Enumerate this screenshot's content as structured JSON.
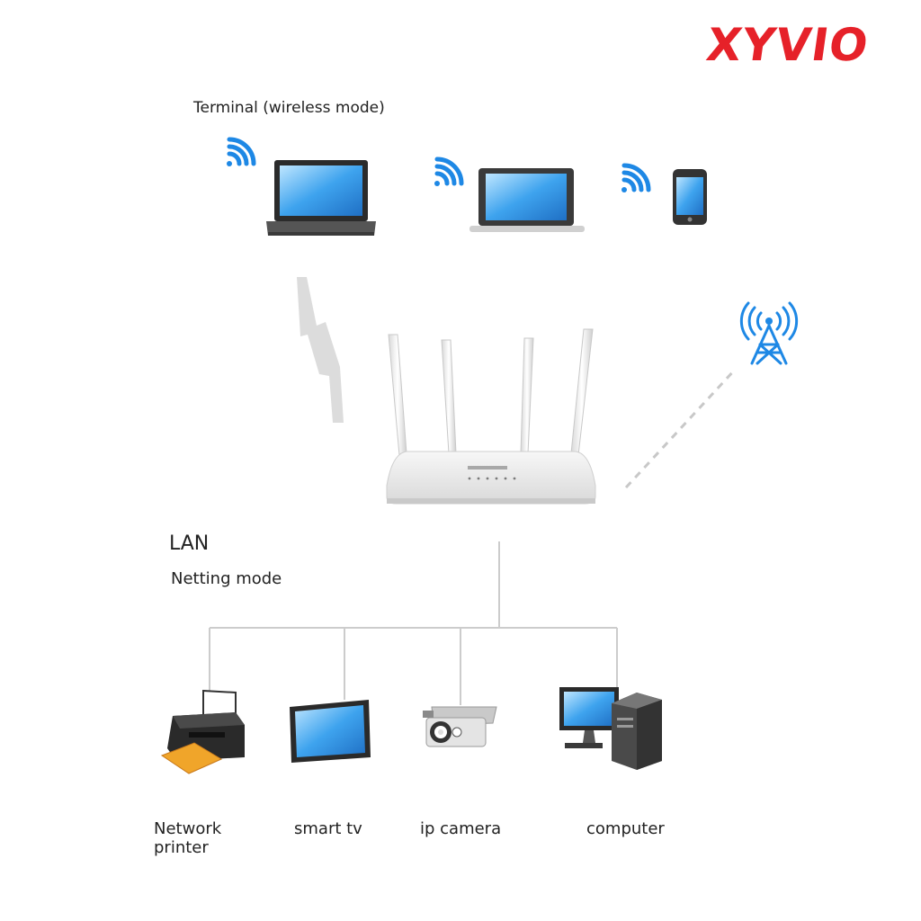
{
  "brand": {
    "name": "XYVIO",
    "color": "#e62129"
  },
  "wireless": {
    "label": "Terminal (wireless mode)",
    "devices": [
      {
        "name": "laptop",
        "icon": "laptop-icon"
      },
      {
        "name": "tablet",
        "icon": "tablet-icon"
      },
      {
        "name": "phone",
        "icon": "phone-icon"
      }
    ],
    "signal_color": "#1e88e5"
  },
  "router": {
    "icon": "router-icon",
    "antennas": 4
  },
  "tower": {
    "icon": "cell-tower-icon"
  },
  "lan": {
    "label": "LAN",
    "mode_label": "Netting mode",
    "devices": [
      {
        "label": "Network\nprinter",
        "icon": "printer-icon"
      },
      {
        "label": "smart tv",
        "icon": "tv-icon"
      },
      {
        "label": "ip camera",
        "icon": "camera-icon"
      },
      {
        "label": "computer",
        "icon": "computer-icon"
      }
    ]
  }
}
